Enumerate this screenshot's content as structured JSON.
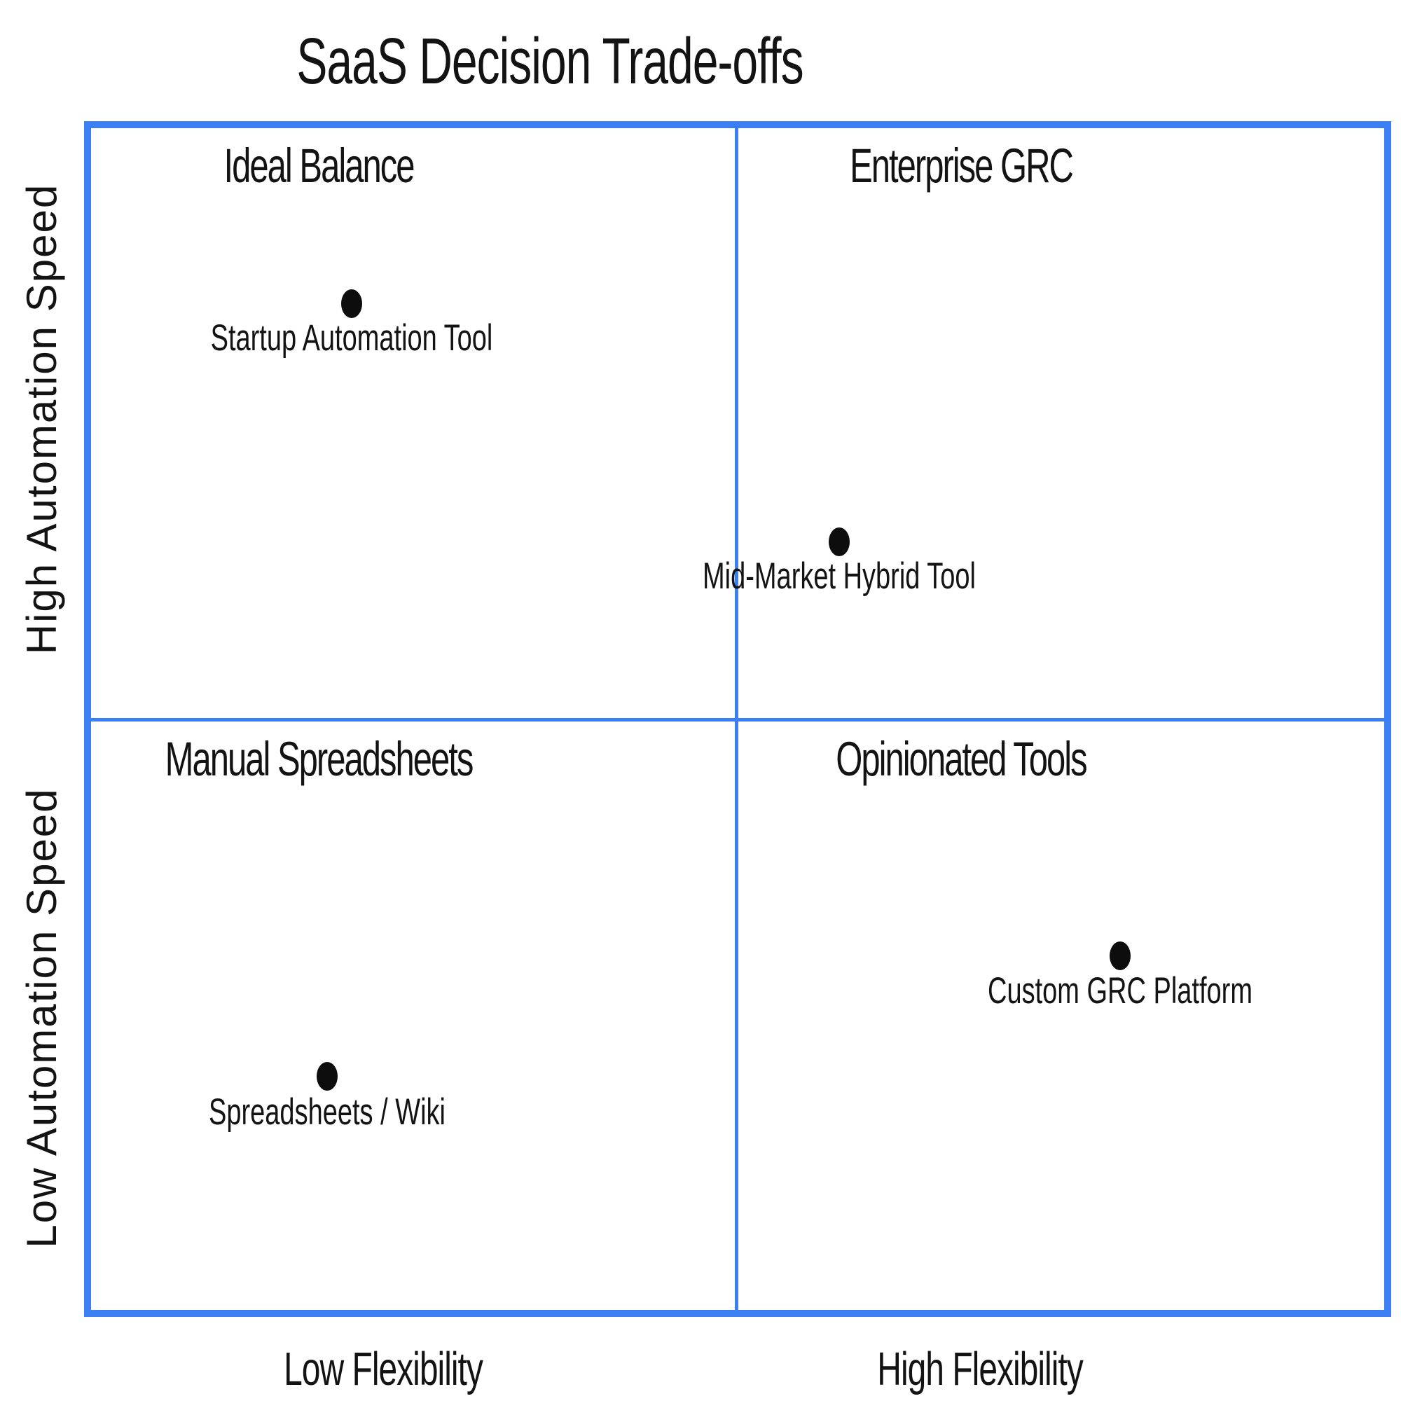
{
  "colors": {
    "quadrant_border": "#3c7ff4",
    "point_fill": "#0d0d0d",
    "text": "#131313",
    "background": "#ffffff"
  },
  "chart_data": {
    "type": "scatter",
    "subtype": "quadrant-chart",
    "title": "SaaS Decision Trade-offs",
    "x_axis": {
      "left_label": "Low Flexibility",
      "right_label": "High Flexibility",
      "range": [
        0,
        1
      ]
    },
    "y_axis": {
      "top_label": "High Automation Speed",
      "bottom_label": "Low Automation Speed",
      "range": [
        0,
        1
      ]
    },
    "grid": "off",
    "legend": "none",
    "quadrants": [
      {
        "position": "top-left",
        "label": "Ideal Balance"
      },
      {
        "position": "top-right",
        "label": "Enterprise GRC"
      },
      {
        "position": "bottom-left",
        "label": "Manual Spreadsheets"
      },
      {
        "position": "bottom-right",
        "label": "Opinionated Tools"
      }
    ],
    "points": [
      {
        "label": "Startup Automation Tool",
        "x": 0.2,
        "y": 0.85
      },
      {
        "label": "Mid-Market Hybrid Tool",
        "x": 0.58,
        "y": 0.65
      },
      {
        "label": "Spreadsheets / Wiki",
        "x": 0.18,
        "y": 0.2
      },
      {
        "label": "Custom GRC Platform",
        "x": 0.79,
        "y": 0.3
      }
    ]
  }
}
